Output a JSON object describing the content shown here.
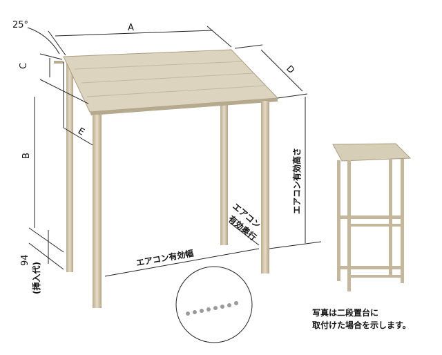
{
  "labels": {
    "angle": "25°",
    "a": "A",
    "b": "B",
    "c": "C",
    "d": "D",
    "e": "E",
    "effective_height": "エアコン有効高さ",
    "effective_depth_line1": "エアコン",
    "effective_depth_line2": "有効奥行",
    "effective_width": "エアコン有効幅",
    "insertion_value": "94",
    "insertion_note": "(挿入代)"
  },
  "caption": {
    "line1": "写真は二段置台に",
    "line2": "取付けた場合を示します。"
  },
  "colors": {
    "frame": "#cfc2a6",
    "roof": "#ddd4bf",
    "line": "#222222"
  }
}
